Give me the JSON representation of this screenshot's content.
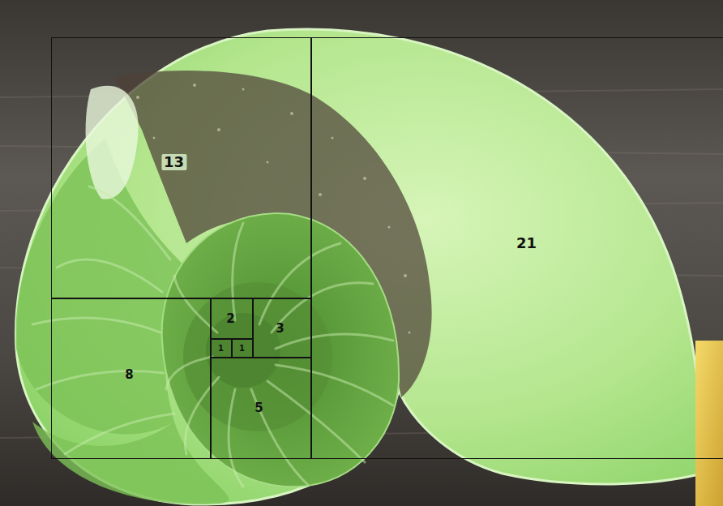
{
  "diagram": {
    "nodes": [
      {
        "text": [
          "13"
        ]
      },
      {
        "text": [
          "21"
        ]
      },
      {
        "text": [
          "2"
        ]
      },
      {
        "text": [
          "3"
        ]
      },
      {
        "text": [
          "1"
        ]
      },
      {
        "text": [
          "1"
        ]
      },
      {
        "text": [
          "8"
        ]
      },
      {
        "text": [
          "5"
        ]
      }
    ]
  }
}
